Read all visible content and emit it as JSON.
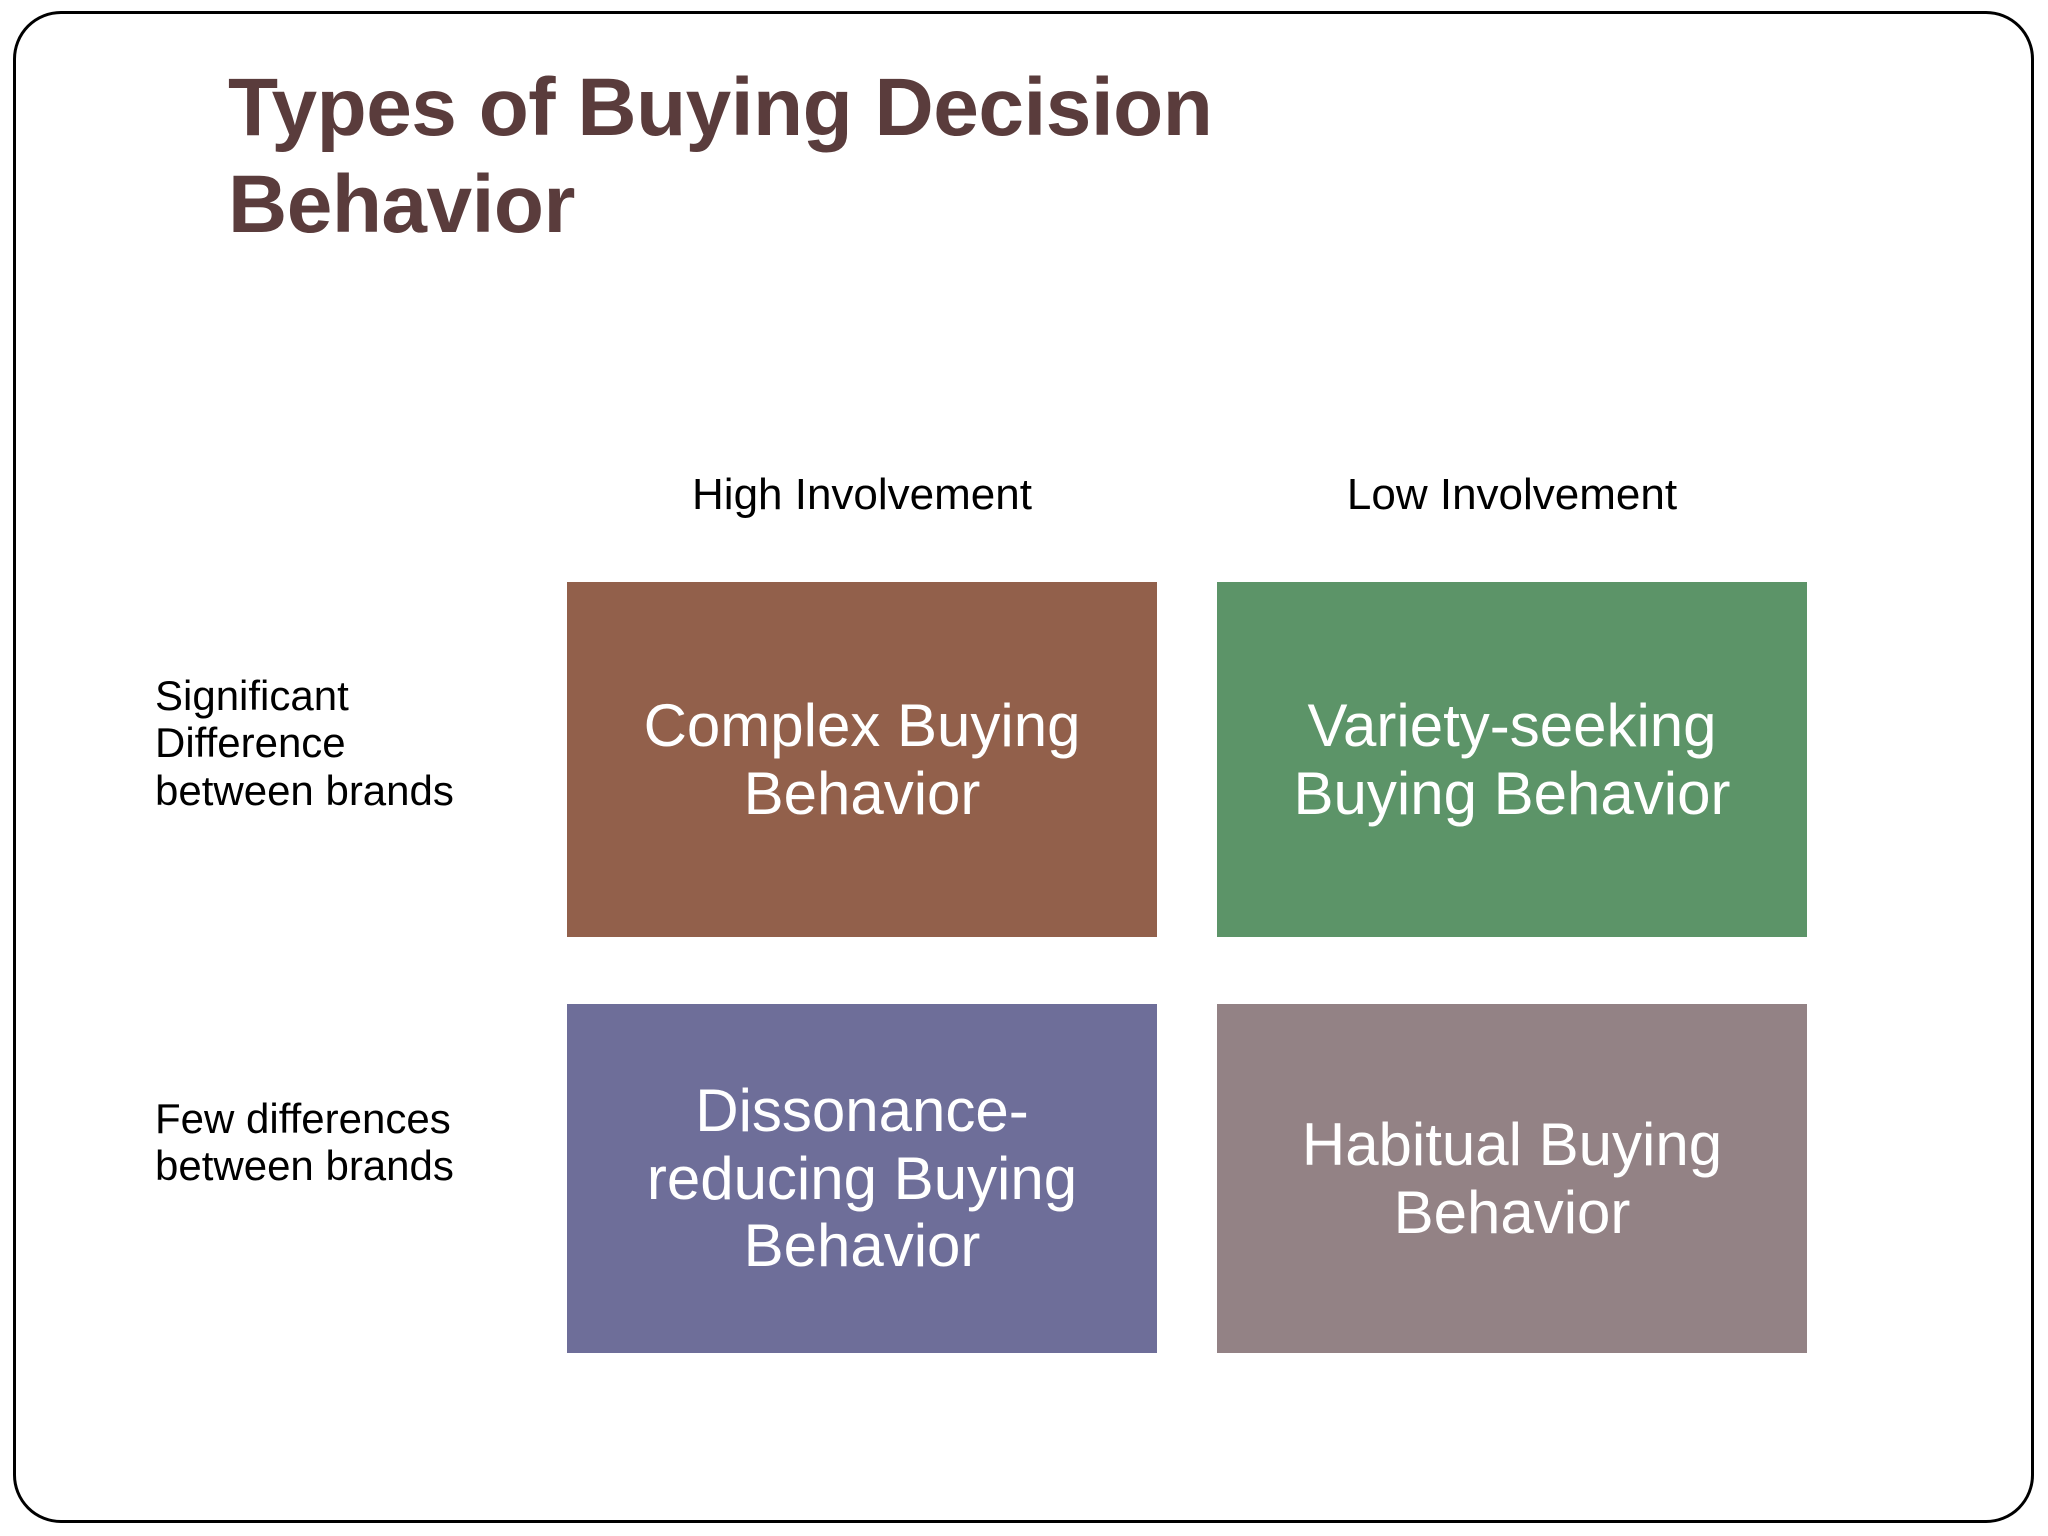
{
  "slide": {
    "title_line1": "Types of Buying Decision",
    "title_line2": "Behavior",
    "title_color": "#5a3c3c",
    "background_color": "#ffffff",
    "border_color": "#000000"
  },
  "matrix": {
    "column_headers": [
      {
        "label": "High Involvement"
      },
      {
        "label": "Low Involvement"
      }
    ],
    "row_labels": [
      {
        "line1": "Significant",
        "line2": "Difference",
        "line3": "between brands"
      },
      {
        "line1": "Few differences",
        "line2": "between brands",
        "line3": ""
      }
    ],
    "cells": [
      {
        "id": "complex-buying-behavior",
        "line1": "Complex Buying",
        "line2": "Behavior",
        "line3": "",
        "color": "#92604b",
        "text_color": "#ffffff",
        "row": "Significant Difference between brands",
        "column": "High Involvement"
      },
      {
        "id": "variety-seeking-buying-behavior",
        "line1": "Variety-seeking",
        "line2": "Buying Behavior",
        "line3": "",
        "color": "#5c9468",
        "text_color": "#ffffff",
        "row": "Significant Difference between brands",
        "column": "Low Involvement"
      },
      {
        "id": "dissonance-reducing-buying-behavior",
        "line1": "Dissonance-",
        "line2": "reducing Buying",
        "line3": "Behavior",
        "color": "#6e6e99",
        "text_color": "#ffffff",
        "row": "Few differences between brands",
        "column": "High Involvement"
      },
      {
        "id": "habitual-buying-behavior",
        "line1": "Habitual Buying",
        "line2": "Behavior",
        "line3": "",
        "color": "#938285",
        "text_color": "#ffffff",
        "row": "Few differences between brands",
        "column": "Low Involvement"
      }
    ]
  }
}
